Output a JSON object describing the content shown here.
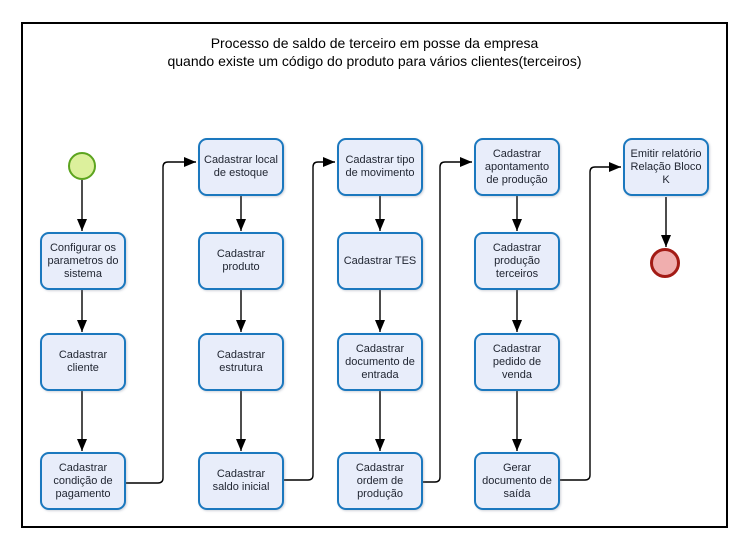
{
  "title": {
    "line1": "Processo de saldo de terceiro em posse da empresa",
    "line2": "quando existe um código do produto para vários clientes(terceiros)"
  },
  "nodes": {
    "start": "",
    "configurar_parametros": "Configurar os parametros do sistema",
    "cadastrar_cliente": "Cadastrar cliente",
    "cadastrar_condicao_pagamento": "Cadastrar condição de pagamento",
    "cadastrar_local_estoque": "Cadastrar local de estoque",
    "cadastrar_produto": "Cadastrar produto",
    "cadastrar_estrutura": "Cadastrar estrutura",
    "cadastrar_saldo_inicial": "Cadastrar saldo inicial",
    "cadastrar_tipo_movimento": "Cadastrar tipo de movimento",
    "cadastrar_tes": "Cadastrar TES",
    "cadastrar_documento_entrada": "Cadastrar documento de entrada",
    "cadastrar_ordem_producao": "Cadastrar ordem de produção",
    "cadastrar_apontamento_producao": "Cadastrar apontamento de produção",
    "cadastrar_producao_terceiros": "Cadastrar produção terceiros",
    "cadastrar_pedido_venda": "Cadastrar pedido de venda",
    "gerar_documento_saida": "Gerar documento de saída",
    "emitir_relatorio": "Emitir relatório Relação Bloco K",
    "end": ""
  },
  "edges": [
    {
      "from": "start",
      "to": "configurar_parametros"
    },
    {
      "from": "configurar_parametros",
      "to": "cadastrar_cliente"
    },
    {
      "from": "cadastrar_cliente",
      "to": "cadastrar_condicao_pagamento"
    },
    {
      "from": "cadastrar_condicao_pagamento",
      "to": "cadastrar_local_estoque"
    },
    {
      "from": "cadastrar_local_estoque",
      "to": "cadastrar_produto"
    },
    {
      "from": "cadastrar_produto",
      "to": "cadastrar_estrutura"
    },
    {
      "from": "cadastrar_estrutura",
      "to": "cadastrar_saldo_inicial"
    },
    {
      "from": "cadastrar_saldo_inicial",
      "to": "cadastrar_tipo_movimento"
    },
    {
      "from": "cadastrar_tipo_movimento",
      "to": "cadastrar_tes"
    },
    {
      "from": "cadastrar_tes",
      "to": "cadastrar_documento_entrada"
    },
    {
      "from": "cadastrar_documento_entrada",
      "to": "cadastrar_ordem_producao"
    },
    {
      "from": "cadastrar_ordem_producao",
      "to": "cadastrar_apontamento_producao"
    },
    {
      "from": "cadastrar_apontamento_producao",
      "to": "cadastrar_producao_terceiros"
    },
    {
      "from": "cadastrar_producao_terceiros",
      "to": "cadastrar_pedido_venda"
    },
    {
      "from": "cadastrar_pedido_venda",
      "to": "gerar_documento_saida"
    },
    {
      "from": "gerar_documento_saida",
      "to": "emitir_relatorio"
    },
    {
      "from": "emitir_relatorio",
      "to": "end"
    }
  ],
  "colors": {
    "task_fill": "#E8EDFA",
    "task_border": "#1B78BE",
    "task_text": "#1F2430",
    "start_fill": "#DCF09C",
    "start_border": "#5CA41F",
    "end_fill": "#F0AEAE",
    "end_border": "#A31B15",
    "connector": "#000000",
    "frame_border": "#000000",
    "background": "#FFFFFF"
  }
}
